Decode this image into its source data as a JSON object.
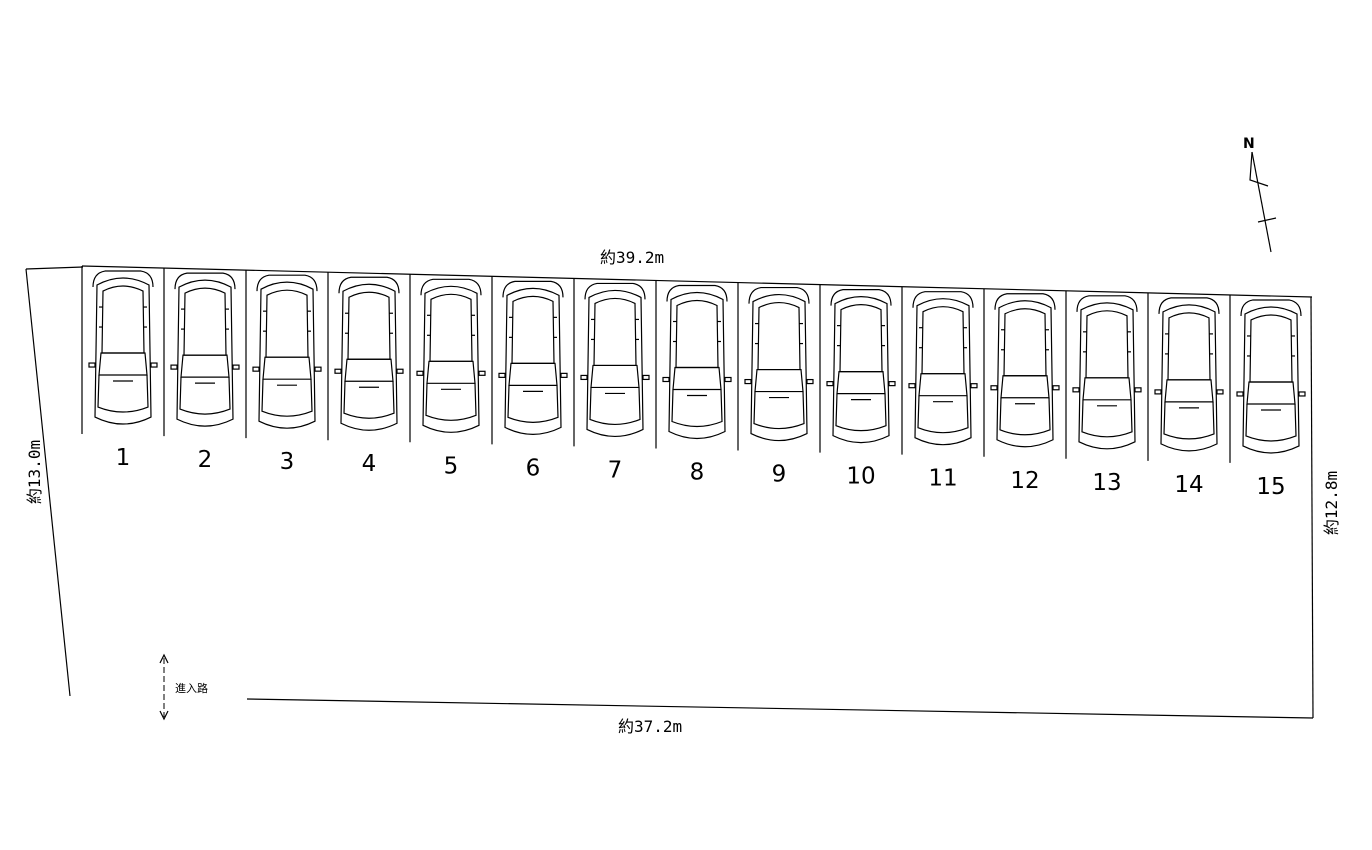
{
  "dimensions": {
    "top": "約39.2m",
    "bottom": "約37.2m",
    "left": "約13.0m",
    "right": "約12.8m"
  },
  "entry_label": "進入路",
  "north_label": "N",
  "spaces": [
    "1",
    "2",
    "3",
    "4",
    "5",
    "6",
    "7",
    "8",
    "9",
    "10",
    "11",
    "12",
    "13",
    "14",
    "15"
  ]
}
